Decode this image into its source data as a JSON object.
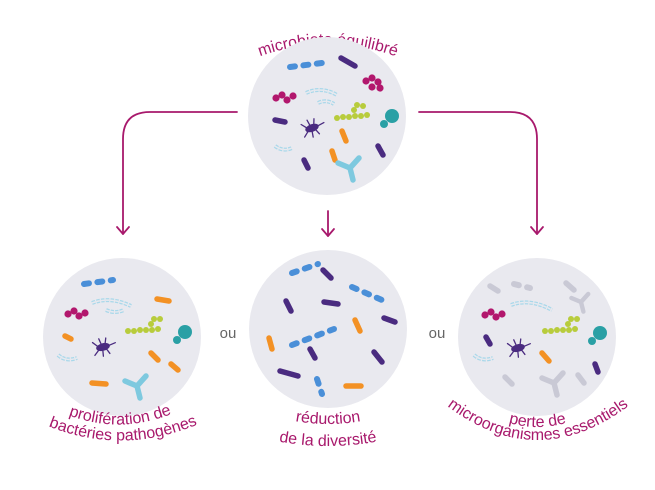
{
  "title": "microbiote équilibré",
  "separators": [
    "ou",
    "ou"
  ],
  "outcomes": [
    {
      "line1": "prolifération de",
      "line2": "bactéries pathogènes"
    },
    {
      "line1": "réduction",
      "line2": "de la diversité"
    },
    {
      "line1": "perte de",
      "line2": "microorganismes essentiels"
    }
  ],
  "colors": {
    "accent": "#a8196c",
    "circle_fill": "#e9e9ef",
    "separator_text": "#666666",
    "rod_blue": "#4a8fd8",
    "rod_purple": "#4a2b80",
    "rod_orange": "#f39124",
    "coccus_magenta": "#b2176d",
    "chain_lime": "#b8cc3c",
    "coccus_teal": "#2aa0a5",
    "y_shape_light_blue": "#7ec9df",
    "faded_gray": "#c9c9d5",
    "chain_outline": "#a9d8ea"
  }
}
